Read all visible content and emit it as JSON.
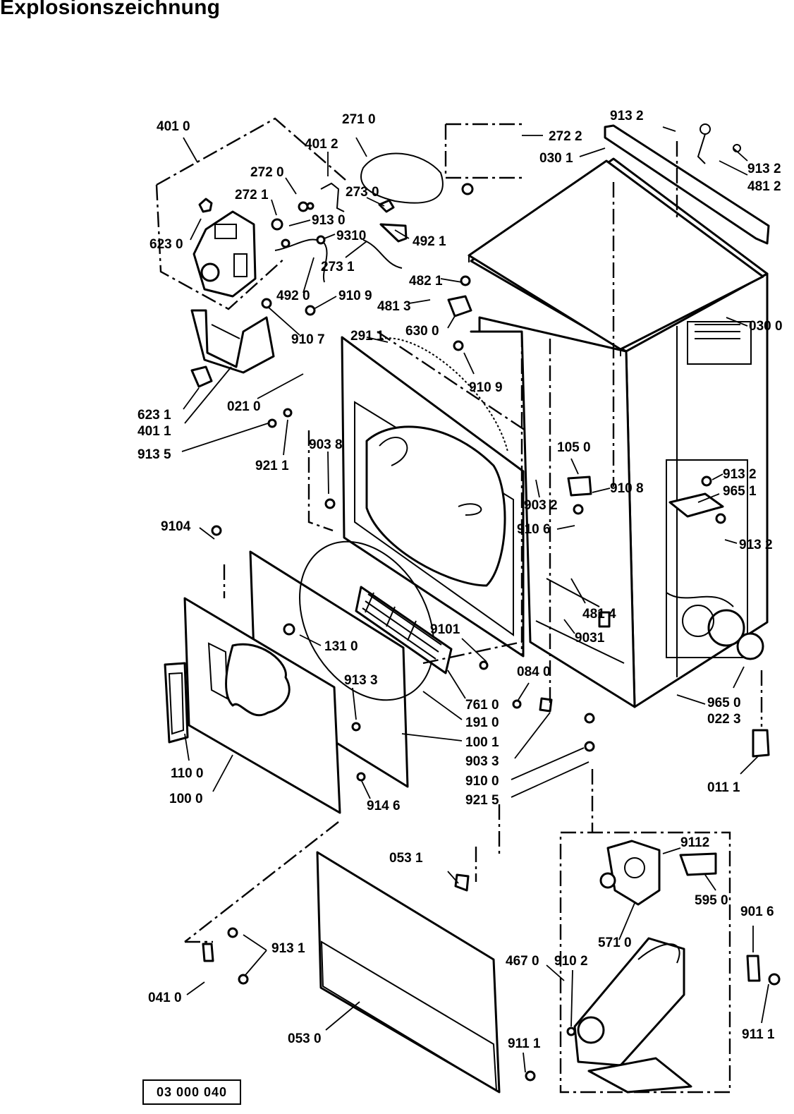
{
  "page": {
    "title": "Explosionszeichnung",
    "reference_code": "03 000 040"
  },
  "labels": {
    "p4010": "401 0",
    "p2710": "271 0",
    "p2722": "272 2",
    "p9132a": "913 2",
    "p0301": "030 1",
    "p4012": "401 2",
    "p2720": "272 0",
    "p2721": "272 1",
    "p2730": "273 0",
    "p9130": "913 0",
    "p9310": "9310",
    "p6230": "623 0",
    "p4921": "492 1",
    "p2731": "273 1",
    "p4920": "492 0",
    "p9109a": "910 9",
    "p4821": "482 1",
    "p4813": "481 3",
    "p6300": "630 0",
    "p9107": "910 7",
    "p2911": "291 1",
    "p0300": "030 0",
    "p9132b": "913 2",
    "p4812": "481 2",
    "p9109b": "910 9",
    "p6231": "623 1",
    "p4011": "401 1",
    "p0210": "021 0",
    "p9135": "913 5",
    "p9211": "921 1",
    "p9038": "903 8",
    "p1050": "105 0",
    "p9108": "910 8",
    "p9132c": "913 2",
    "p9651": "965 1",
    "p9032": "903 2",
    "p9106": "910 6",
    "p9132d": "913 2",
    "p9104": "9104",
    "p4814": "481 4",
    "p9031": "9031",
    "p1310": "131 0",
    "p9101": "9101",
    "p0840": "084 0",
    "p9650": "965 0",
    "p0223": "022 3",
    "p9133": "913 3",
    "p7610": "761 0",
    "p1910": "191 0",
    "p1001": "100 1",
    "p9033": "903 3",
    "p9100": "910 0",
    "p9215": "921 5",
    "p0111": "011 1",
    "p1100": "110 0",
    "p1000": "100 0",
    "p9146": "914 6",
    "p0531": "053 1",
    "p9112": "9112",
    "p5950": "595 0",
    "p9016": "901 6",
    "p5710": "571 0",
    "p9131": "913 1",
    "p4670": "467 0",
    "p9102": "910 2",
    "p0410": "041 0",
    "p9111a": "911 1",
    "p0530": "053 0",
    "p9111b": "911 1"
  }
}
